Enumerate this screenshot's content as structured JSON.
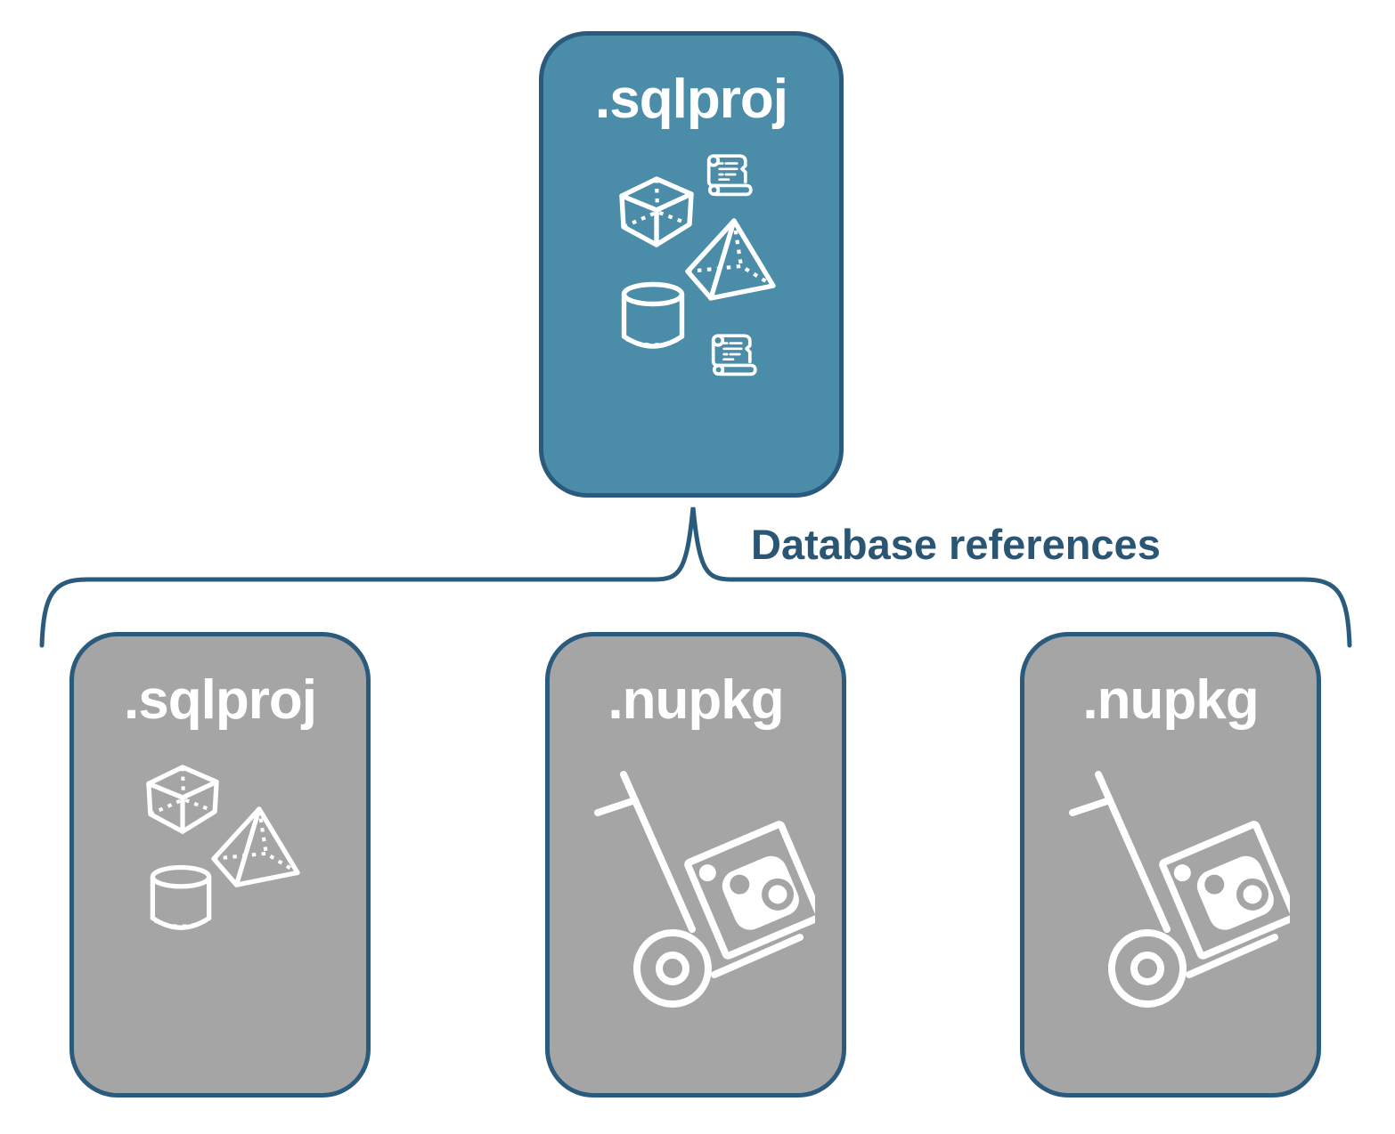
{
  "diagram": {
    "background": "#FFFFFF",
    "root_node": {
      "label": ".sqlproj",
      "fill": "#4B8CA9",
      "icons": [
        "scroll-icon",
        "cube-icon",
        "pyramid-icon",
        "cylinder-icon",
        "scroll-icon"
      ]
    },
    "edge": {
      "label": "Database references"
    },
    "child_nodes": [
      {
        "label": ".sqlproj",
        "fill": "#A5A5A5",
        "icons": [
          "cube-icon",
          "pyramid-icon",
          "cylinder-icon"
        ]
      },
      {
        "label": ".nupkg",
        "fill": "#A5A5A5",
        "icons": [
          "handtruck-package-icon"
        ]
      },
      {
        "label": ".nupkg",
        "fill": "#A5A5A5",
        "icons": [
          "handtruck-package-icon"
        ]
      }
    ],
    "colors": {
      "node_border": "#2A5B7D",
      "connector": "#2A5B7D",
      "edge_label_text": "#2A5674",
      "node_title_text": "#FFFFFF",
      "icon_stroke": "#FFFFFF"
    }
  }
}
